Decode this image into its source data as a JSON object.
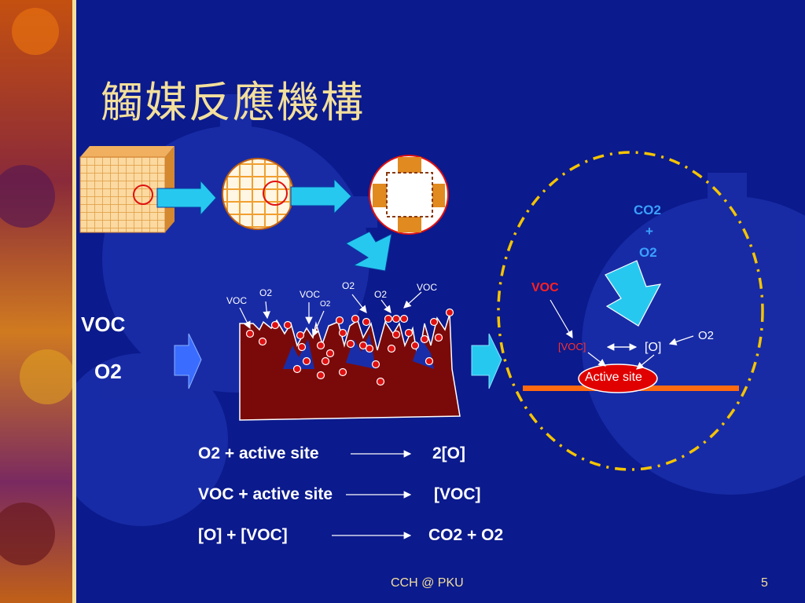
{
  "slide": {
    "title": "觸媒反應機構",
    "inputs": {
      "voc": "VOC",
      "o2": "O2"
    },
    "pore_labels": [
      "VOC",
      "O2",
      "VOC",
      "O2",
      "O2",
      "O2",
      "VOC"
    ],
    "mechanism": {
      "voc": "VOC",
      "co2": "CO2",
      "plus": "+",
      "o2_top": "O2",
      "voc_adsorbed": "[VOC]",
      "o_adsorbed": "[O]",
      "o2_right": "O2",
      "active_site": "Active site"
    },
    "equations": [
      {
        "lhs": "O2  +  active site",
        "rhs": "2[O]"
      },
      {
        "lhs": "VOC + active site",
        "rhs": "[VOC]"
      },
      {
        "lhs": "[O] + [VOC]",
        "rhs": "CO2 + O2"
      }
    ],
    "footer": {
      "credit": "CCH @ PKU",
      "page": "5"
    },
    "colors": {
      "background": "#0b1a8c",
      "title": "#f3df9c",
      "support": "#7a0a0a",
      "active_site": "#e00000",
      "dashed_ring": "#f5c400",
      "arrow_blue": "#3a8cff",
      "arrow_cyan": "#27c8f0"
    }
  }
}
